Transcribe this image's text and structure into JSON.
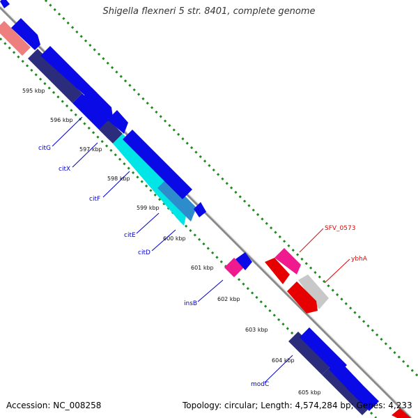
{
  "title": "Shigella flexneri 5 str. 8401, complete genome",
  "accession_label": "Accession: NC_008258",
  "summary_label": "Topology: circular; Length: 4,574,284 bp; Genes: 4,233",
  "colors": {
    "backbone": "#8a8a8a",
    "tick_dots": "#1c8a1c",
    "forward_gene": "#0a0ae6",
    "dark_gene": "#2c2c7c",
    "cyan_gene": "#00e6e6",
    "pink_gene": "#ee1a8e",
    "red_gene": "#e60000",
    "salmon_gene": "#ee7f7f",
    "gray_gene": "#c8c8c8",
    "label_blue": "#0000c8",
    "label_red": "#e60000"
  },
  "ticks": [
    "595 kbp",
    "596 kbp",
    "597 kbp",
    "598 kbp",
    "599 kbp",
    "600 kbp",
    "601 kbp",
    "602 kbp",
    "603 kbp",
    "604 kbp",
    "605 kbp"
  ],
  "gene_labels": [
    {
      "name": "citG",
      "color": "blue"
    },
    {
      "name": "citX",
      "color": "blue"
    },
    {
      "name": "citF",
      "color": "blue"
    },
    {
      "name": "citE",
      "color": "blue"
    },
    {
      "name": "citD",
      "color": "blue"
    },
    {
      "name": "insB",
      "color": "blue"
    },
    {
      "name": "modC",
      "color": "blue"
    },
    {
      "name": "SFV_0573",
      "color": "red"
    },
    {
      "name": "ybhA",
      "color": "red"
    }
  ]
}
